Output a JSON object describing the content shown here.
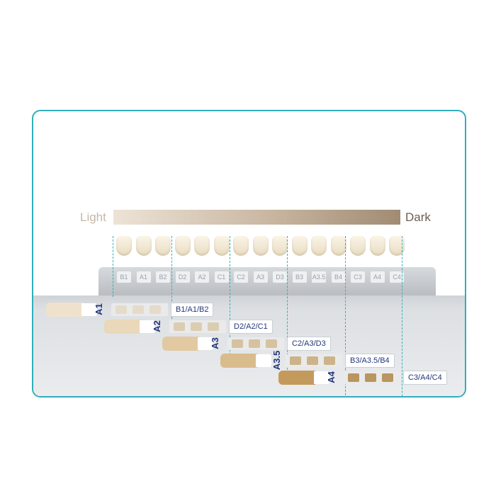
{
  "scale": {
    "light_label": "Light",
    "dark_label": "Dark"
  },
  "guide_tabs": [
    "B1",
    "A1",
    "B2",
    "D2",
    "A2",
    "C1",
    "C2",
    "A3",
    "D3",
    "B3",
    "A3.5",
    "B4",
    "C3",
    "A4",
    "C4"
  ],
  "sticks": [
    {
      "label": "A1",
      "group": "B1/A1/B2",
      "color": "#efe2cc",
      "swatch": "#e4dbcb"
    },
    {
      "label": "A2",
      "group": "D2/A2/C1",
      "color": "#e9d8b9",
      "swatch": "#dacdb2"
    },
    {
      "label": "A3",
      "group": "C2/A3/D3",
      "color": "#e2c9a1",
      "swatch": "#d6c2a1"
    },
    {
      "label": "A3.5",
      "group": "B3/A3.5/B4",
      "color": "#d9bc8e",
      "swatch": "#cdb389"
    },
    {
      "label": "A4",
      "group": "C3/A4/C4",
      "color": "#c49a5c",
      "swatch": "#b9955f"
    }
  ],
  "colors": {
    "frame": "#31aebb",
    "label_text": "#23367a",
    "dashed_line": "#2fb1bf"
  }
}
